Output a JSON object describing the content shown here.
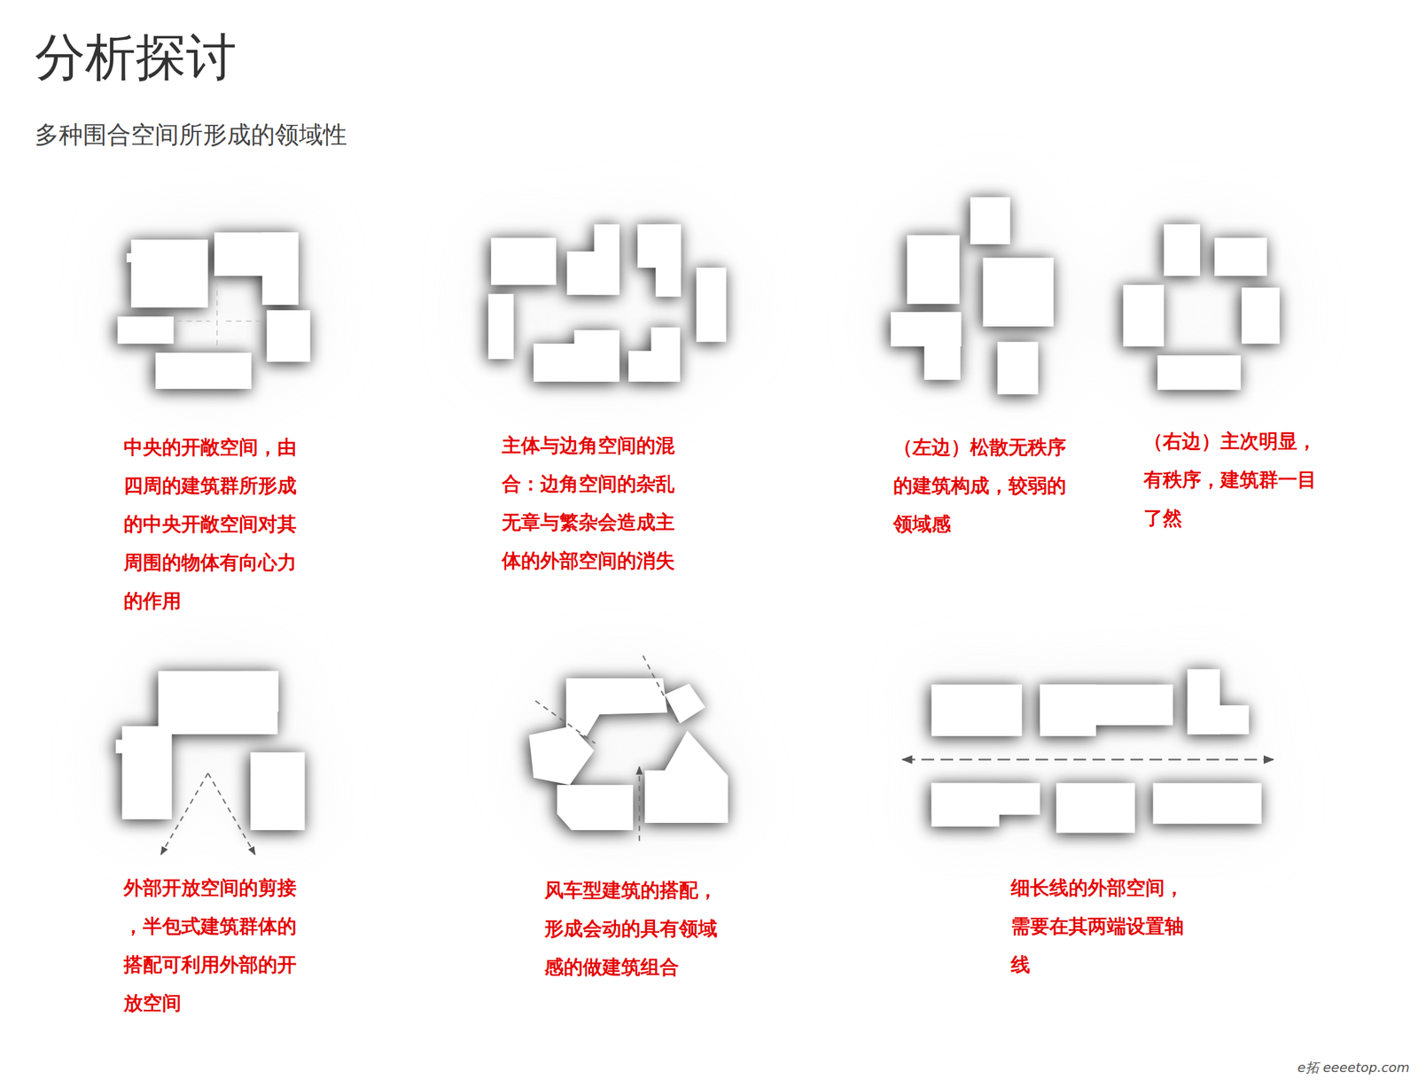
{
  "diagram": {
    "title": "分析探讨",
    "labels": [
      "多种围合空间所形成的领域性",
      "中央的开敞空间，由 四周的建筑群所形成 的中央开敞空间对其 周围的物体有向心力 的作用",
      "主体与边角空间的混 合：边角空间的杂乱 无章与繁杂会造成主 体的外部空间的消失",
      "（左边）松散无秩序 的建筑构成，较弱的 领域感",
      "（右边）主次明显， 有秩序，建筑群一目 了然",
      "外部开放空间的剪接 ，半包式建筑群体的 搭配可利用外部的开 放空间",
      "风车型建筑的搭配， 形成会动的具有领域 感的做建筑组合",
      "细长线的外部空间， 需要在其两端设置轴 线",
      "e拓 eeeetop.com"
    ]
  }
}
